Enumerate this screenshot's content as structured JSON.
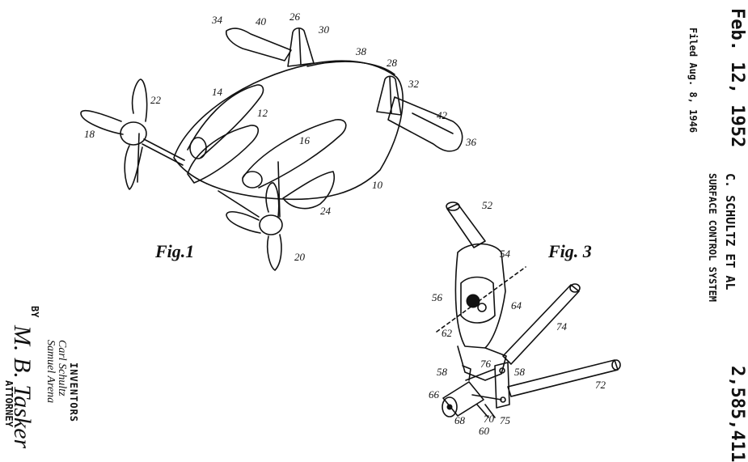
{
  "header": {
    "date": "Feb. 12, 1952",
    "filed": "Filed Aug. 8, 1946",
    "inventor_names": "C. SCHULTZ ET AL",
    "title": "SURFACE CONTROL SYSTEM",
    "patent_number": "2,585,411"
  },
  "signature": {
    "inventors_label": "INVENTORS",
    "inventor_1": "Carl Schultz",
    "inventor_2": "Samuel Arena",
    "by": "BY",
    "attorney_signature": "M. B. Tasker",
    "attorney_label": "ATTORNEY"
  },
  "figures": {
    "fig1": {
      "label": "Fig.1",
      "refs": [
        "34",
        "40",
        "26",
        "30",
        "38",
        "28",
        "32",
        "42",
        "36",
        "22",
        "14",
        "12",
        "16",
        "18",
        "10",
        "24",
        "20"
      ]
    },
    "fig3": {
      "label": "Fig. 3",
      "refs": [
        "52",
        "54",
        "56",
        "64",
        "62",
        "74",
        "76",
        "58",
        "58",
        "72",
        "66",
        "70",
        "75",
        "68",
        "60"
      ]
    }
  }
}
